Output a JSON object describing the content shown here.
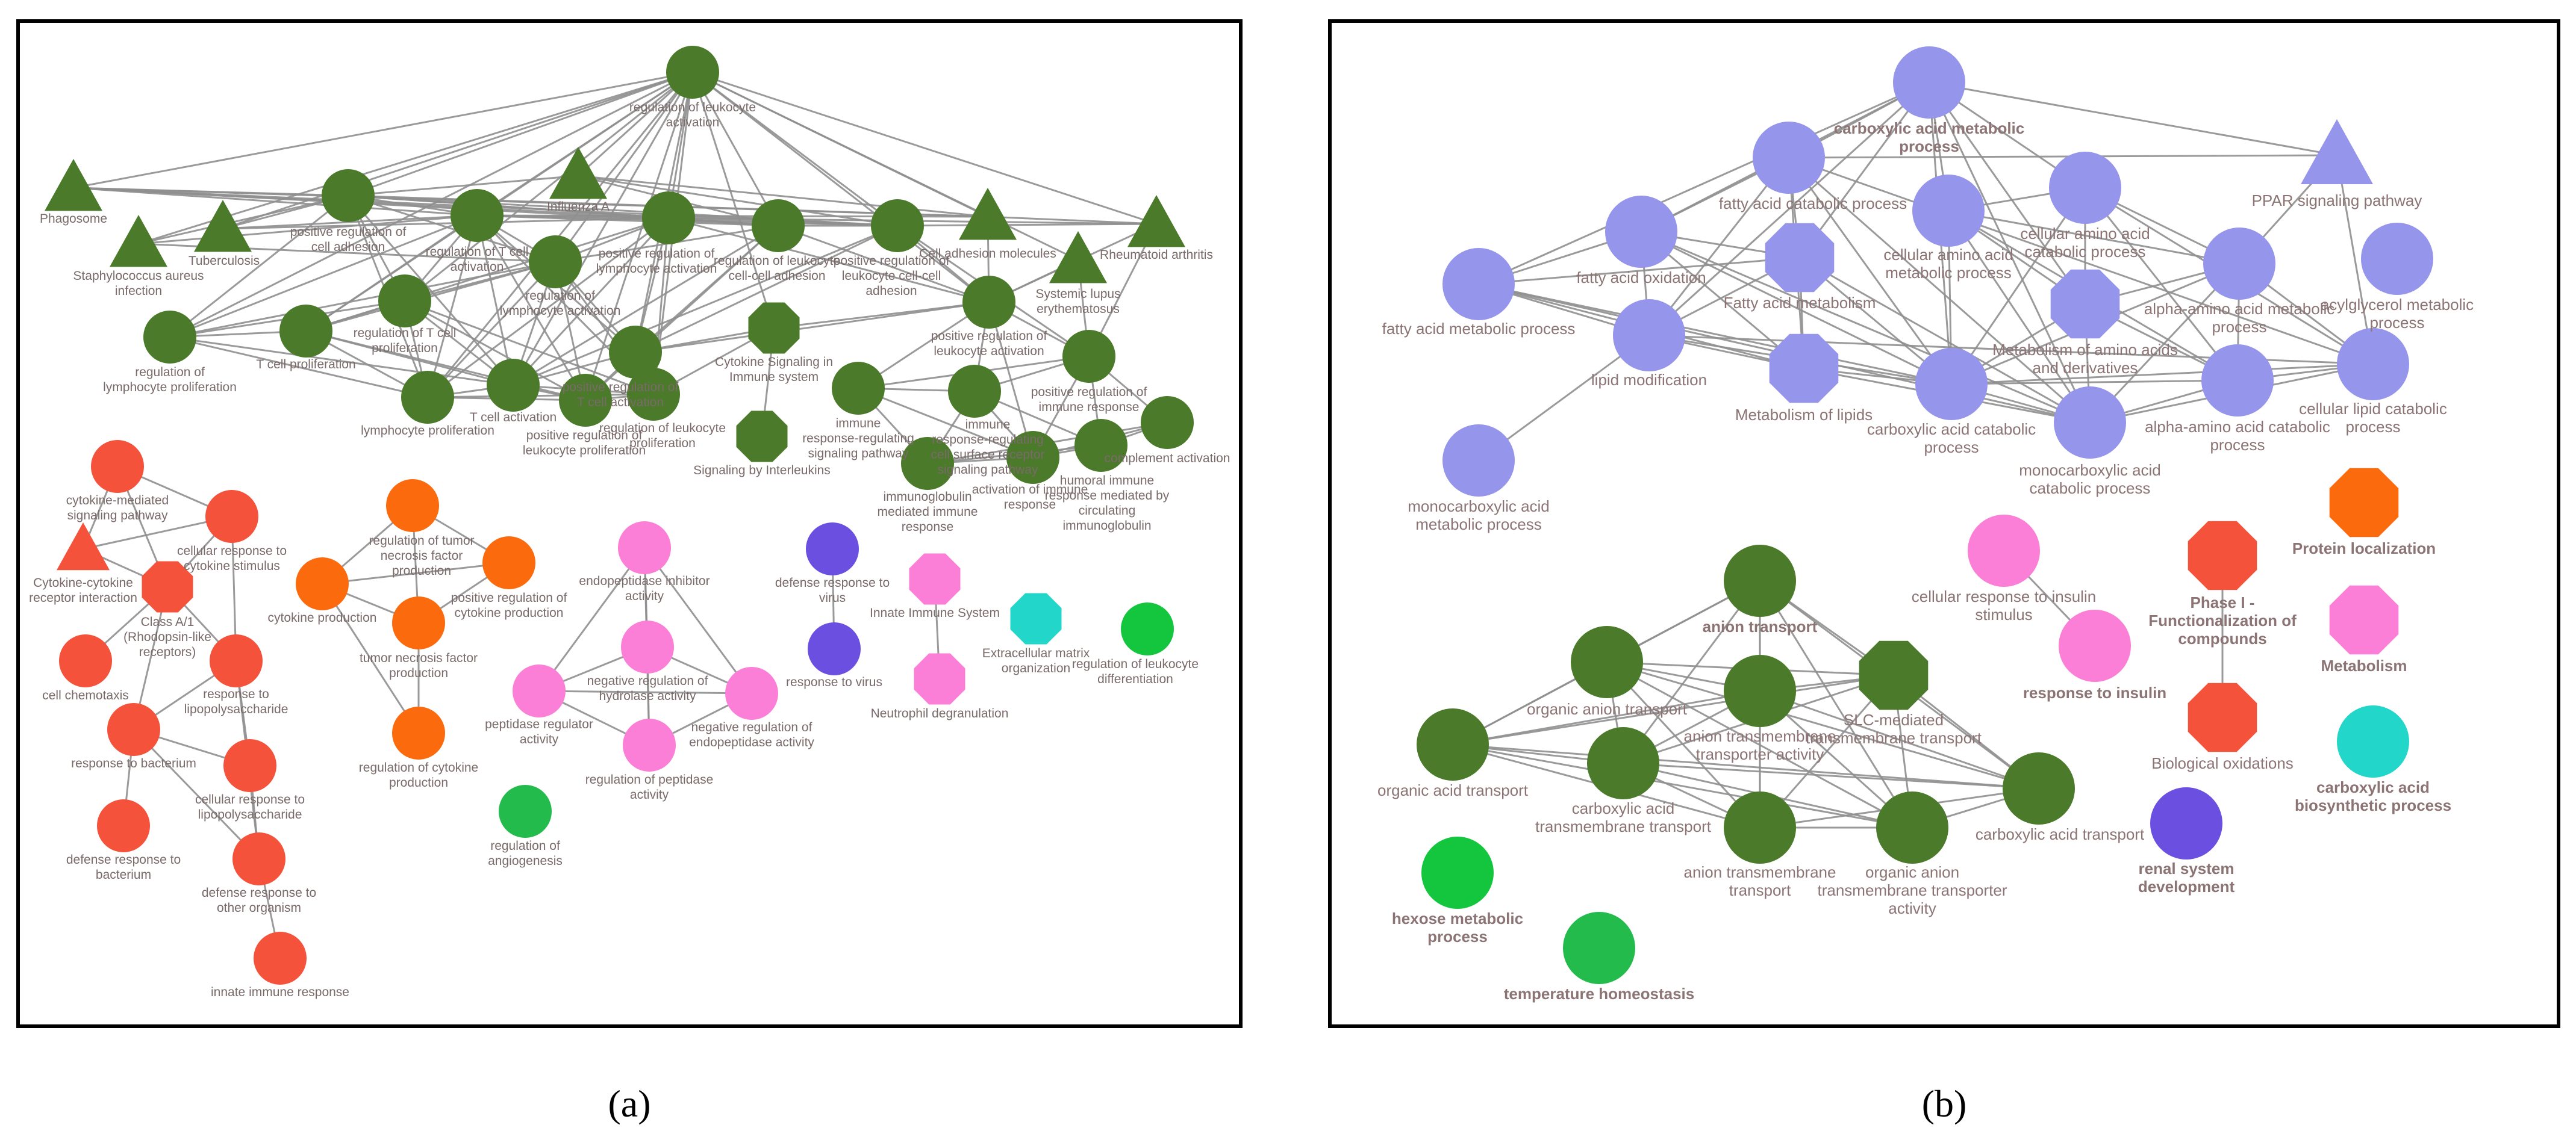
{
  "captions": {
    "a": "(a)",
    "b": "(b)"
  },
  "colors": {
    "dark_green": "#4a7a2a",
    "red": "#f4523a",
    "orange": "#fb6a0c",
    "pink": "#fb7fd6",
    "purple": "#6a4fe0",
    "teal": "#22d6c9",
    "bright_green": "#14c63d",
    "mid_green": "#22bb4c",
    "lavender": "#9595ec",
    "label_gray": "#7a6a6a"
  },
  "panel_a": {
    "labels": {
      "reg_leuk_act": [
        "regulation of leukocyte",
        "activation"
      ],
      "phagosome": [
        "Phagosome"
      ],
      "staph": [
        "Staphylococcus aureus",
        "infection"
      ],
      "tuberculosis": [
        "Tuberculosis"
      ],
      "influenza": [
        "Influenza A"
      ],
      "cell_adhesion": [
        "Cell adhesion molecules"
      ],
      "rheumatoid": [
        "Rheumatoid arthritis"
      ],
      "sle": [
        "Systemic lupus",
        "erythematosus"
      ],
      "pos_reg_cell_adh": [
        "positive regulation of",
        "cell adhesion"
      ],
      "reg_t_cell_act": [
        "regulation of T cell",
        "activation"
      ],
      "pos_reg_lymph_act": [
        "positive regulation of",
        "lymphocyte activation"
      ],
      "reg_leuk_adh": [
        "regulation of leukocyte",
        "cell-cell adhesion"
      ],
      "pos_reg_leuk_adh": [
        "positive regulation of",
        "leukocyte cell-cell",
        "adhesion"
      ],
      "reg_lymph_act": [
        "regulation of",
        "lymphocyte activation"
      ],
      "reg_t_prolif": [
        "regulation of T cell",
        "proliferation"
      ],
      "reg_lymph_prolif": [
        "regulation of",
        "lymphocyte proliferation"
      ],
      "t_prolif": [
        "T cell proliferation"
      ],
      "lymph_prolif": [
        "lymphocyte proliferation"
      ],
      "t_activation": [
        "T cell activation"
      ],
      "pos_reg_leuk_prolif": [
        "positive regulation of",
        "leukocyte proliferation"
      ],
      "reg_leuk_prolif": [
        "regulation of leukocyte",
        "proliferation"
      ],
      "pos_reg_t_act": [
        "positive regulation of",
        "T cell activation"
      ],
      "cytokine_signaling": [
        "Cytokine Signaling in",
        "Immune system"
      ],
      "pos_reg_leuk_act": [
        "positive regulation of",
        "leukocyte activation"
      ],
      "pos_reg_imm": [
        "positive regulation of",
        "immune response"
      ],
      "immune_resp_reg": [
        "immune",
        "response-regulating",
        "signaling pathway"
      ],
      "immune_resp_reg_surface": [
        "immune",
        "response-regulating",
        "cell surface receptor",
        "signaling pathway"
      ],
      "complement": [
        "complement activation"
      ],
      "signaling_interleukins": [
        "Signaling by Interleukins"
      ],
      "ig_mediated": [
        "immunoglobulin",
        "mediated immune",
        "response"
      ],
      "activation_immune": [
        "activation of immune",
        "response"
      ],
      "humoral": [
        "humoral immune",
        "response mediated by",
        "circulating",
        "immunoglobulin"
      ],
      "cytokine_mediated": [
        "cytokine-mediated",
        "signaling pathway"
      ],
      "cell_resp_cytokine": [
        "cellular response to",
        "cytokine stimulus"
      ],
      "cytokine_receptor": [
        "Cytokine-cytokine",
        "receptor interaction"
      ],
      "class_a": [
        "Class A/1",
        "(Rhodopsin-like",
        "receptors)"
      ],
      "cell_chemotaxis": [
        "cell chemotaxis"
      ],
      "resp_lps": [
        "response to",
        "lipopolysaccharide"
      ],
      "resp_bacterium": [
        "response to bacterium"
      ],
      "cell_resp_lps": [
        "cellular response to",
        "lipopolysaccharide"
      ],
      "def_bacterium": [
        "defense response to",
        "bacterium"
      ],
      "def_other": [
        "defense response to",
        "other organism"
      ],
      "innate": [
        "innate immune response"
      ],
      "reg_tnf": [
        "regulation of tumor",
        "necrosis factor",
        "production"
      ],
      "cytokine_production": [
        "cytokine production"
      ],
      "pos_reg_cyt": [
        "positive regulation of",
        "cytokine production"
      ],
      "tnf_production": [
        "tumor necrosis factor",
        "production"
      ],
      "reg_cyt": [
        "regulation of cytokine",
        "production"
      ],
      "endopep_inhib": [
        "endopeptidase inhibitor",
        "activity"
      ],
      "neg_reg_hydrolase": [
        "negative regulation of",
        "hydrolase activity"
      ],
      "peptidase_reg": [
        "peptidase regulator",
        "activity"
      ],
      "neg_reg_endopep": [
        "negative regulation of",
        "endopeptidase activity"
      ],
      "reg_peptidase": [
        "regulation of peptidase",
        "activity"
      ],
      "reg_angio": [
        "regulation of",
        "angiogenesis"
      ],
      "def_virus": [
        "defense response to",
        "virus"
      ],
      "resp_virus": [
        "response to virus"
      ],
      "innate_system": [
        "Innate Immune System"
      ],
      "neutrophil": [
        "Neutrophil degranulation"
      ],
      "ecm": [
        "Extracellular matrix",
        "organization"
      ],
      "reg_leuk_diff": [
        "regulation of leukocyte",
        "differentiation"
      ]
    }
  },
  "panel_b": {
    "labels": {
      "carbox_metab": [
        "carboxylic acid metabolic",
        "process"
      ],
      "ppar": [
        "PPAR signaling pathway"
      ],
      "fa_catab": [
        "fatty acid catabolic process"
      ],
      "cell_aa_metab": [
        "cellular amino acid",
        "metabolic process"
      ],
      "cell_aa_catab": [
        "cellular amino acid",
        "catabolic process"
      ],
      "fa_oxidation": [
        "fatty acid oxidation"
      ],
      "fa_metabolism": [
        "Fatty acid metabolism"
      ],
      "alpha_aa_metab": [
        "alpha-amino acid metabolic",
        "process"
      ],
      "acylglycerol": [
        "acylglycerol metabolic",
        "process"
      ],
      "fa_metab": [
        "fatty acid metabolic process"
      ],
      "lipid_mod": [
        "lipid modification"
      ],
      "metab_aa": [
        "Metabolism of amino acids",
        "and derivatives"
      ],
      "metab_lipids": [
        "Metabolism of lipids"
      ],
      "carbox_catab": [
        "carboxylic acid catabolic",
        "process"
      ],
      "monocarbox_catab": [
        "monocarboxylic acid",
        "catabolic process"
      ],
      "alpha_aa_catab": [
        "alpha-amino acid catabolic",
        "process"
      ],
      "cell_lipid_catab": [
        "cellular lipid catabolic",
        "process"
      ],
      "monocarbox_metab": [
        "monocarboxylic acid",
        "metabolic process"
      ],
      "anion_transport": [
        "anion transport"
      ],
      "organic_anion": [
        "organic anion transport"
      ],
      "anion_tm_act": [
        "anion transmembrane",
        "transporter activity"
      ],
      "slc": [
        "SLC-mediated",
        "transmembrane transport"
      ],
      "organic_acid": [
        "organic acid transport"
      ],
      "carbox_tm": [
        "carboxylic acid",
        "transmembrane transport"
      ],
      "anion_tm": [
        "anion transmembrane",
        "transport"
      ],
      "org_anion_tm": [
        "organic anion",
        "transmembrane transporter",
        "activity"
      ],
      "carbox_transport": [
        "carboxylic acid transport"
      ],
      "cell_resp_insulin": [
        "cellular response to insulin",
        "stimulus"
      ],
      "resp_insulin": [
        "response to insulin"
      ],
      "phase1": [
        "Phase I -",
        "Functionalization of",
        "compounds"
      ],
      "protein_loc": [
        "Protein localization"
      ],
      "metabolism": [
        "Metabolism"
      ],
      "bio_ox": [
        "Biological oxidations"
      ],
      "carbox_biosyn": [
        "carboxylic acid",
        "biosynthetic process"
      ],
      "renal": [
        "renal system",
        "development"
      ],
      "hexose": [
        "hexose metabolic",
        "process"
      ],
      "temperature": [
        "temperature homeostasis"
      ]
    }
  }
}
